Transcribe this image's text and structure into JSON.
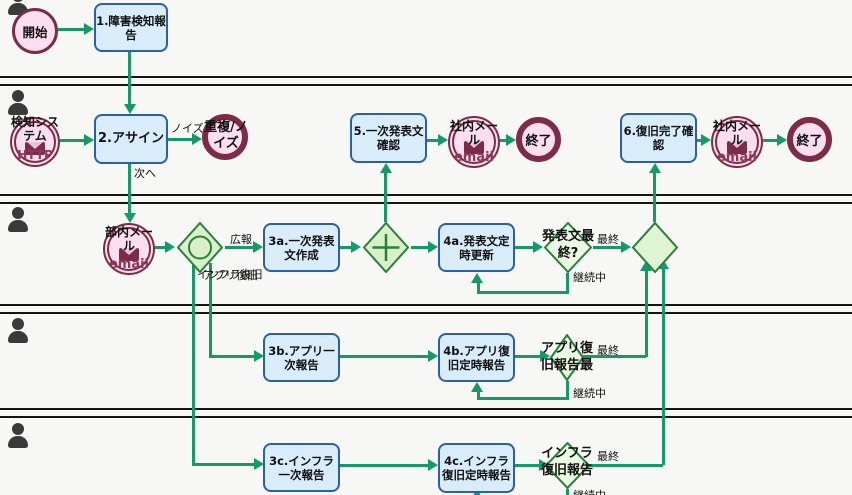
{
  "colors": {
    "bg": "#f7f7f5",
    "flow": "#149a68",
    "task-fill": "#d8ecfa",
    "task-border": "#2c5fa5",
    "evt-fill": "#fbdff0",
    "evt-border": "#7c2b48",
    "gw-stroke": "#28803a",
    "gw-fill": "#d9efc9",
    "dec-fill": "#eaf9e2",
    "merge-fill": "#def4d2",
    "lane": "#141414",
    "person": "#3a3a3a",
    "ink": "#111111",
    "sub": "#8e3a56"
  },
  "icons": {
    "person": "person-silhouette",
    "mail": "envelope"
  },
  "nodes": {
    "start": {
      "label": "開始"
    },
    "task1": {
      "label": "1.障害検知報\n告"
    },
    "detect": {
      "label": "検知シス\nテム",
      "sub": "HTTP"
    },
    "task2": {
      "label": "2.アサイン"
    },
    "end_noise": {
      "label": "重複/ノ\nイズ"
    },
    "task5": {
      "label": "5.一次発表文\n確認"
    },
    "mail1": {
      "label": "社内メー\nル",
      "sub": "email"
    },
    "end1": {
      "label": "終了"
    },
    "task6": {
      "label": "6.復旧完了確\n認"
    },
    "mail2": {
      "label": "社内メー\nル",
      "sub": "email"
    },
    "end2": {
      "label": "終了"
    },
    "mail_internal": {
      "label": "部内メー\nル",
      "sub": "email"
    },
    "task3a": {
      "label": "3a.一次発表\n文作成"
    },
    "task4a": {
      "label": "4a.発表文定\n時更新"
    },
    "dec1": {
      "label": "発表文最\n終?"
    },
    "task3b": {
      "label": "3b.アプリ一\n次報告"
    },
    "task4b": {
      "label": "4b.アプリ復\n旧定時報告"
    },
    "dec2": {
      "label": "アプリ復\n旧報告最"
    },
    "task3c": {
      "label": "3c.インフラ\n一次報告"
    },
    "task4c": {
      "label": "4c.インフラ\n復旧定時報告"
    },
    "dec3": {
      "label": "インフラ\n復旧報告"
    }
  },
  "edge_labels": {
    "noise": "ノイズ",
    "next": "次へ",
    "pr": "広報",
    "branch_app": "アプリ復旧",
    "branch_infra": "インフラ復旧",
    "final_a": "最終",
    "final_b": "最終",
    "final_c": "最終",
    "cont_a": "継続中",
    "cont_b": "継続中",
    "cont_c": "継続中"
  }
}
